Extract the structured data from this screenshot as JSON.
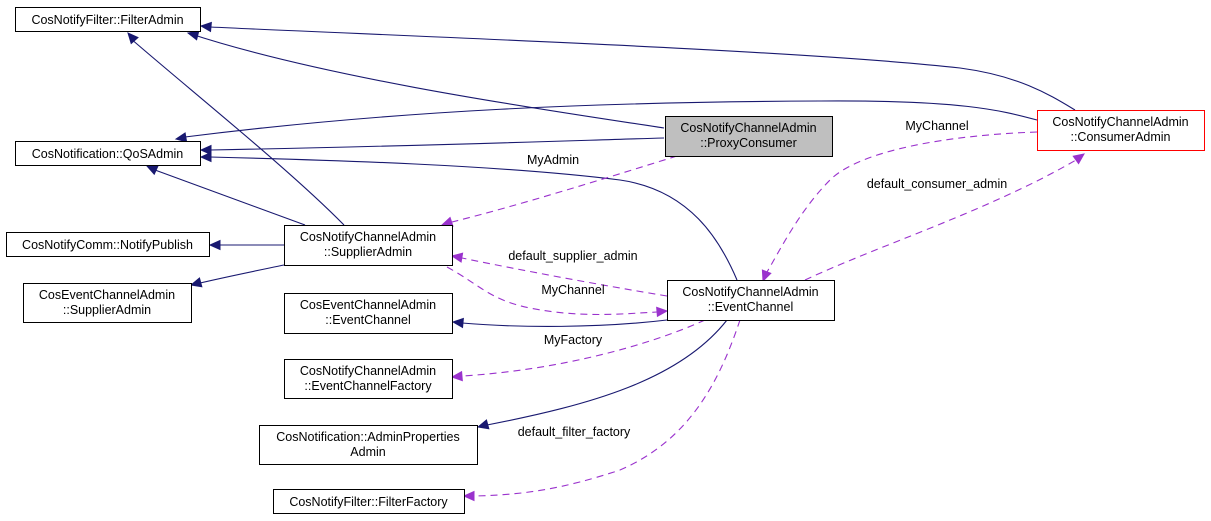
{
  "colors": {
    "inheritance_edge": "#191970",
    "usage_edge": "#9a32cd",
    "focus_fill": "#bfbfbf",
    "highlight_border": "#ff0000"
  },
  "nodes": [
    {
      "id": "filter_admin",
      "lines": [
        "CosNotifyFilter::FilterAdmin"
      ]
    },
    {
      "id": "qos_admin",
      "lines": [
        "CosNotification::QoSAdmin"
      ]
    },
    {
      "id": "notify_publish",
      "lines": [
        "CosNotifyComm::NotifyPublish"
      ]
    },
    {
      "id": "cosevent_supplier_admin",
      "lines": [
        "CosEventChannelAdmin",
        "::SupplierAdmin"
      ]
    },
    {
      "id": "supplier_admin",
      "lines": [
        "CosNotifyChannelAdmin",
        "::SupplierAdmin"
      ]
    },
    {
      "id": "cosevent_event_channel",
      "lines": [
        "CosEventChannelAdmin",
        "::EventChannel"
      ]
    },
    {
      "id": "event_channel_factory",
      "lines": [
        "CosNotifyChannelAdmin",
        "::EventChannelFactory"
      ]
    },
    {
      "id": "admin_properties_admin",
      "lines": [
        "CosNotification::AdminProperties",
        "Admin"
      ]
    },
    {
      "id": "filter_factory",
      "lines": [
        "CosNotifyFilter::FilterFactory"
      ]
    },
    {
      "id": "proxy_consumer",
      "lines": [
        "CosNotifyChannelAdmin",
        "::ProxyConsumer"
      ],
      "role": "focus"
    },
    {
      "id": "event_channel",
      "lines": [
        "CosNotifyChannelAdmin",
        "::EventChannel"
      ]
    },
    {
      "id": "consumer_admin",
      "lines": [
        "CosNotifyChannelAdmin",
        "::ConsumerAdmin"
      ],
      "role": "highlight"
    }
  ],
  "edges": [
    {
      "from": "proxy_consumer",
      "to": "filter_admin",
      "kind": "inheritance"
    },
    {
      "from": "consumer_admin",
      "to": "filter_admin",
      "kind": "inheritance"
    },
    {
      "from": "supplier_admin",
      "to": "filter_admin",
      "kind": "inheritance"
    },
    {
      "from": "proxy_consumer",
      "to": "qos_admin",
      "kind": "inheritance"
    },
    {
      "from": "consumer_admin",
      "to": "qos_admin",
      "kind": "inheritance"
    },
    {
      "from": "event_channel",
      "to": "qos_admin",
      "kind": "inheritance"
    },
    {
      "from": "supplier_admin",
      "to": "qos_admin",
      "kind": "inheritance"
    },
    {
      "from": "supplier_admin",
      "to": "notify_publish",
      "kind": "inheritance"
    },
    {
      "from": "supplier_admin",
      "to": "cosevent_supplier_admin",
      "kind": "inheritance"
    },
    {
      "from": "event_channel",
      "to": "cosevent_event_channel",
      "kind": "inheritance"
    },
    {
      "from": "event_channel",
      "to": "admin_properties_admin",
      "kind": "inheritance"
    },
    {
      "from": "proxy_consumer",
      "to": "supplier_admin",
      "kind": "usage",
      "label": "MyAdmin"
    },
    {
      "from": "event_channel",
      "to": "supplier_admin",
      "kind": "usage",
      "label": "default_supplier_admin"
    },
    {
      "from": "supplier_admin",
      "to": "event_channel",
      "kind": "usage",
      "label": "MyChannel"
    },
    {
      "from": "consumer_admin",
      "to": "event_channel",
      "kind": "usage",
      "label": "MyChannel"
    },
    {
      "from": "event_channel",
      "to": "consumer_admin",
      "kind": "usage",
      "label": "default_consumer_admin"
    },
    {
      "from": "event_channel",
      "to": "event_channel_factory",
      "kind": "usage",
      "label": "MyFactory"
    },
    {
      "from": "event_channel",
      "to": "filter_factory",
      "kind": "usage",
      "label": "default_filter_factory"
    }
  ]
}
